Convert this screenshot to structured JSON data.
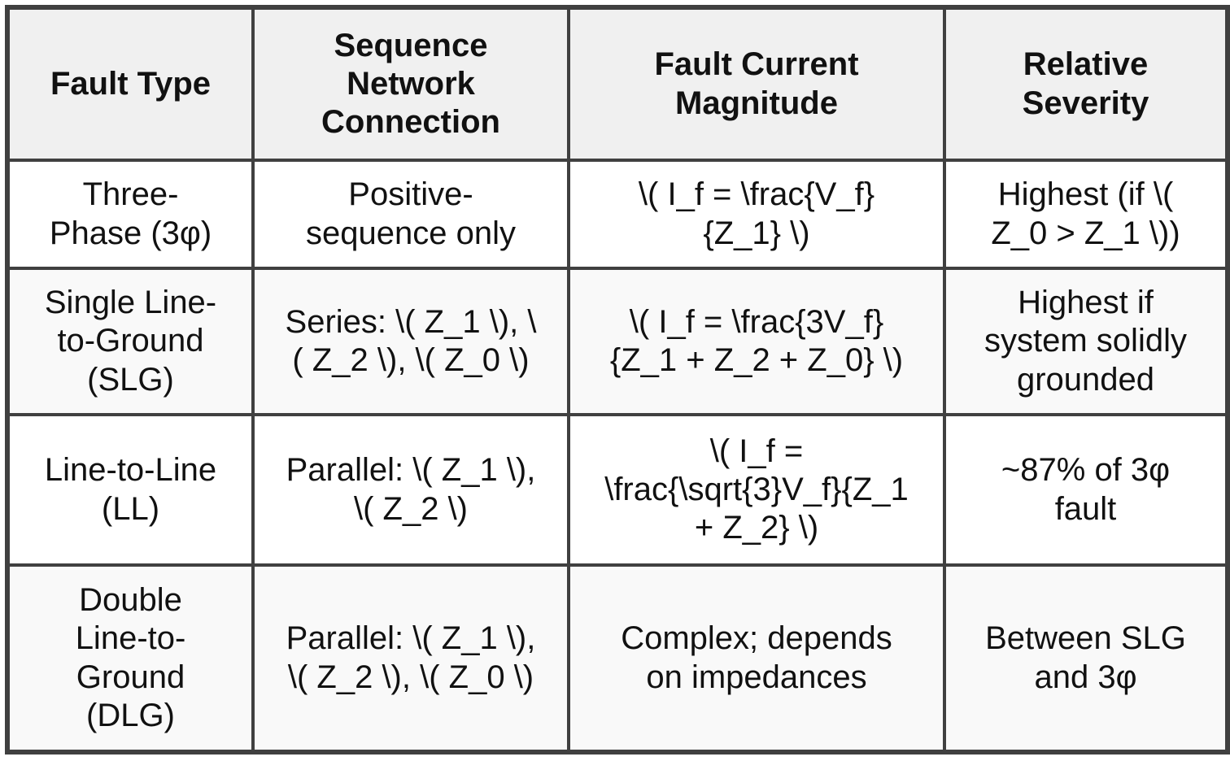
{
  "colors": {
    "border": "#404040",
    "header_bg": "#f0f0f0",
    "row_bg": "#ffffff",
    "row_bg_alt": "#f9f9f9",
    "text": "#111111",
    "page_bg": "#ffffff"
  },
  "table": {
    "headers": [
      "Fault Type",
      "Sequence\nNetwork\nConnection",
      "Fault Current\nMagnitude",
      "Relative\nSeverity"
    ],
    "rows": [
      {
        "cells": [
          "Three-\nPhase (3φ)",
          "Positive-\nsequence only",
          "\\( I_f = \\frac{V_f}\n{Z_1} \\)",
          "Highest (if \\(\nZ_0 > Z_1 \\))"
        ]
      },
      {
        "cells": [
          "Single Line-\nto-Ground\n(SLG)",
          "Series: \\( Z_1 \\), \\\n( Z_2 \\), \\( Z_0 \\)",
          "\\( I_f = \\frac{3V_f}\n{Z_1 + Z_2 + Z_0} \\)",
          "Highest if\nsystem solidly\ngrounded"
        ]
      },
      {
        "cells": [
          "Line-to-Line\n(LL)",
          "Parallel: \\( Z_1 \\),\n\\( Z_2 \\)",
          "\\( I_f =\n\\frac{\\sqrt{3}V_f}{Z_1\n+ Z_2} \\)",
          "~87% of 3φ\nfault"
        ]
      },
      {
        "cells": [
          "Double\nLine-to-\nGround\n(DLG)",
          "Parallel: \\( Z_1 \\),\n\\( Z_2 \\), \\( Z_0 \\)",
          "Complex; depends\non impedances",
          "Between SLG\nand 3φ"
        ]
      }
    ]
  },
  "chart_data": {
    "type": "table",
    "columns": [
      "Fault Type",
      "Sequence Network Connection",
      "Fault Current Magnitude",
      "Relative Severity"
    ],
    "rows": [
      [
        "Three-Phase (3φ)",
        "Positive-sequence only",
        "\\( I_f = \\frac{V_f}{Z_1} \\)",
        "Highest (if \\( Z_0 > Z_1 \\))"
      ],
      [
        "Single Line-to-Ground (SLG)",
        "Series: \\( Z_1 \\), \\( Z_2 \\), \\( Z_0 \\)",
        "\\( I_f = \\frac{3V_f}{Z_1 + Z_2 + Z_0} \\)",
        "Highest if system solidly grounded"
      ],
      [
        "Line-to-Line (LL)",
        "Parallel: \\( Z_1 \\), \\( Z_2 \\)",
        "\\( I_f = \\frac{\\sqrt{3}V_f}{Z_1 + Z_2} \\)",
        "~87% of 3φ fault"
      ],
      [
        "Double Line-to-Ground (DLG)",
        "Parallel: \\( Z_1 \\), \\( Z_2 \\), \\( Z_0 \\)",
        "Complex; depends on impedances",
        "Between SLG and 3φ"
      ]
    ],
    "layout": {
      "grid": true,
      "header_row": true,
      "zebra_striping": true
    }
  }
}
